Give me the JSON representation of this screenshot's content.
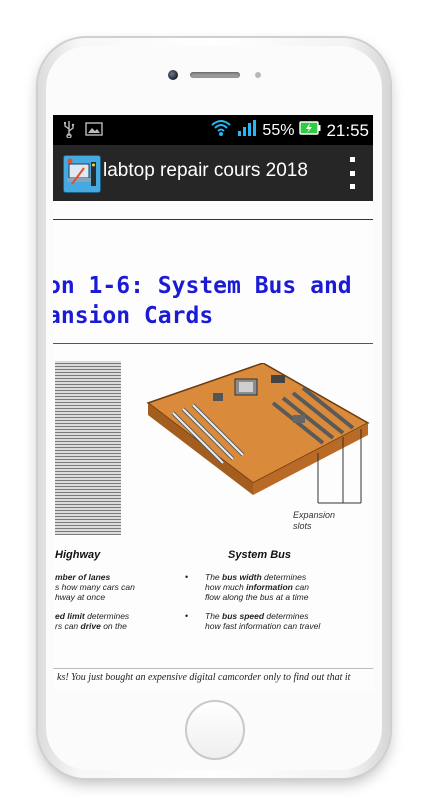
{
  "statusbar": {
    "signal": "55%",
    "time": "21:55"
  },
  "appbar": {
    "title": "labtop repair cours 2018"
  },
  "page": {
    "heading_line1": "on 1-6: System Bus and",
    "heading_line2": "ansion Cards",
    "expansion_label_1": "Expansion",
    "expansion_label_2": "slots",
    "highway_title": "Highway",
    "highway_lanes_bold": "mber of lanes",
    "highway_lanes_text": "s how many cars can",
    "highway_lanes_text2": "hway at once",
    "highway_speed_bold": "ed limit",
    "highway_speed_text": " determines",
    "highway_speed_text2": "rs can ",
    "highway_speed_drive": "drive",
    "highway_speed_text3": " on the",
    "sysbus_title": "System Bus",
    "sysbus_width_pre": "The ",
    "sysbus_width_bold": "bus width",
    "sysbus_width_post": " determines",
    "sysbus_width_line2_pre": "how much ",
    "sysbus_width_line2_bold": "information",
    "sysbus_width_line2_post": " can",
    "sysbus_width_line3": "flow along the bus at a time",
    "sysbus_speed_pre": "The ",
    "sysbus_speed_bold": "bus speed",
    "sysbus_speed_post": " determines",
    "sysbus_speed_line2": "how fast information can travel",
    "footer": "ks! You just bought an expensive digital camcorder only to find out that it"
  },
  "icons": {
    "usb": "usb-icon",
    "image": "image-icon",
    "wifi": "wifi-icon",
    "signal": "signal-bars-icon",
    "battery": "battery-charging-icon",
    "menu": "overflow-menu-icon"
  },
  "colors": {
    "heading": "#1b1bd6",
    "appbar": "#262626",
    "battery": "#2ecc40"
  }
}
